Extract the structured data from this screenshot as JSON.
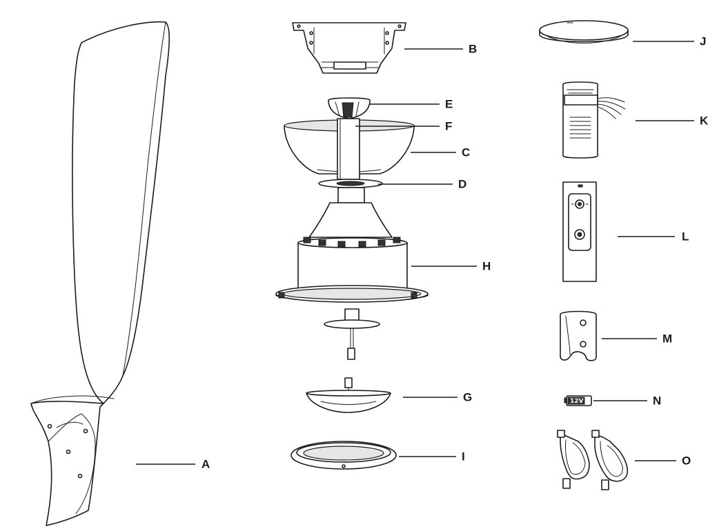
{
  "labels": {
    "A": "A",
    "B": "B",
    "C": "C",
    "D": "D",
    "E": "E",
    "F": "F",
    "G": "G",
    "H": "H",
    "I": "I",
    "J": "J",
    "K": "K",
    "L": "L",
    "M": "M",
    "N": "N",
    "O": "O"
  },
  "battery_text": "12V"
}
